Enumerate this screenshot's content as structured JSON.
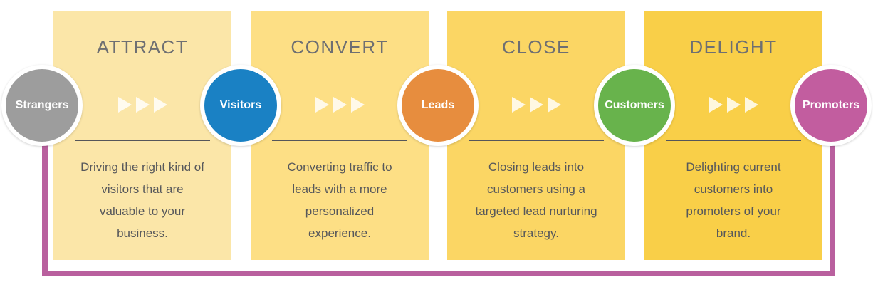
{
  "stages": [
    {
      "title": "ATTRACT",
      "description": "Driving the right kind of\nvisitors that are\nvaluable to your\nbusiness.",
      "card_color": "#fbe6a8"
    },
    {
      "title": "CONVERT",
      "description": "Converting traffic to\nleads with a more\npersonalized\nexperience.",
      "card_color": "#fddf85"
    },
    {
      "title": "CLOSE",
      "description": "Closing leads into\ncustomers using a\ntargeted lead nurturing\nstrategy.",
      "card_color": "#fbd664"
    },
    {
      "title": "DELIGHT",
      "description": "Delighting current\ncustomers into\npromoters of your\nbrand.",
      "card_color": "#f9cf48"
    }
  ],
  "personas": [
    {
      "label": "Strangers",
      "color": "#9d9d9d"
    },
    {
      "label": "Visitors",
      "color": "#1a81c4"
    },
    {
      "label": "Leads",
      "color": "#e78d3e"
    },
    {
      "label": "Customers",
      "color": "#68b34c"
    },
    {
      "label": "Promoters",
      "color": "#c25d9f"
    }
  ],
  "connector": {
    "color": "#b9609e"
  },
  "icons": {
    "flow_arrow": "triple-right-arrows"
  },
  "text_colors": {
    "title": "#6e6f72",
    "description": "#57585b"
  }
}
